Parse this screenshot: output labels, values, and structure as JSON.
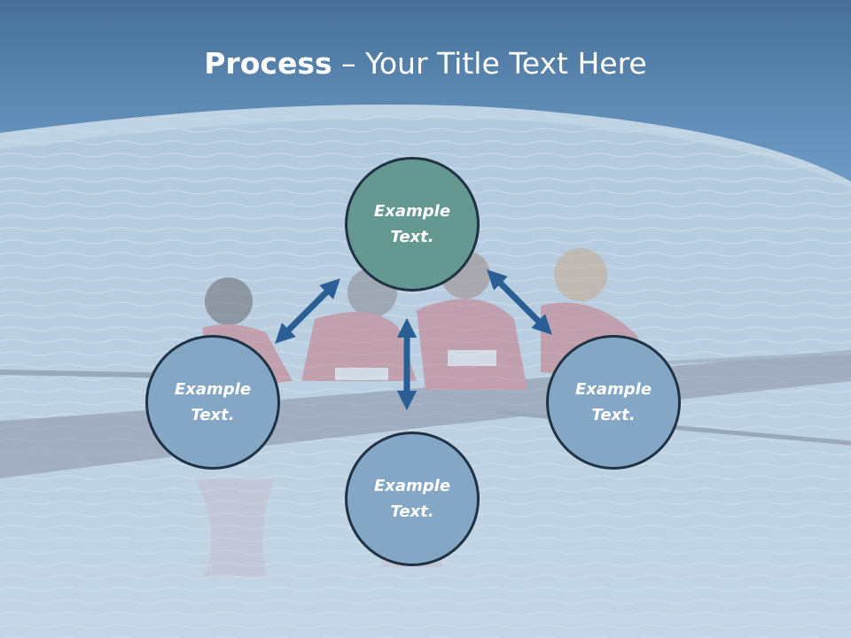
{
  "title": {
    "bold": "Process",
    "rest": " – Your Title Text Here"
  },
  "nodes": {
    "top": {
      "line1": "Example",
      "line2": "Text."
    },
    "left": {
      "line1": "Example",
      "line2": "Text."
    },
    "right": {
      "line1": "Example",
      "line2": "Text."
    },
    "bottom": {
      "line1": "Example",
      "line2": "Text."
    }
  },
  "colors": {
    "header_blue": "#5f8fba",
    "node_top_fill": "#649891",
    "node_other_fill": "#84a7c5",
    "node_border": "#1f3344",
    "arrow_blue": "#2a5f96",
    "water": "#b9cfe0"
  }
}
